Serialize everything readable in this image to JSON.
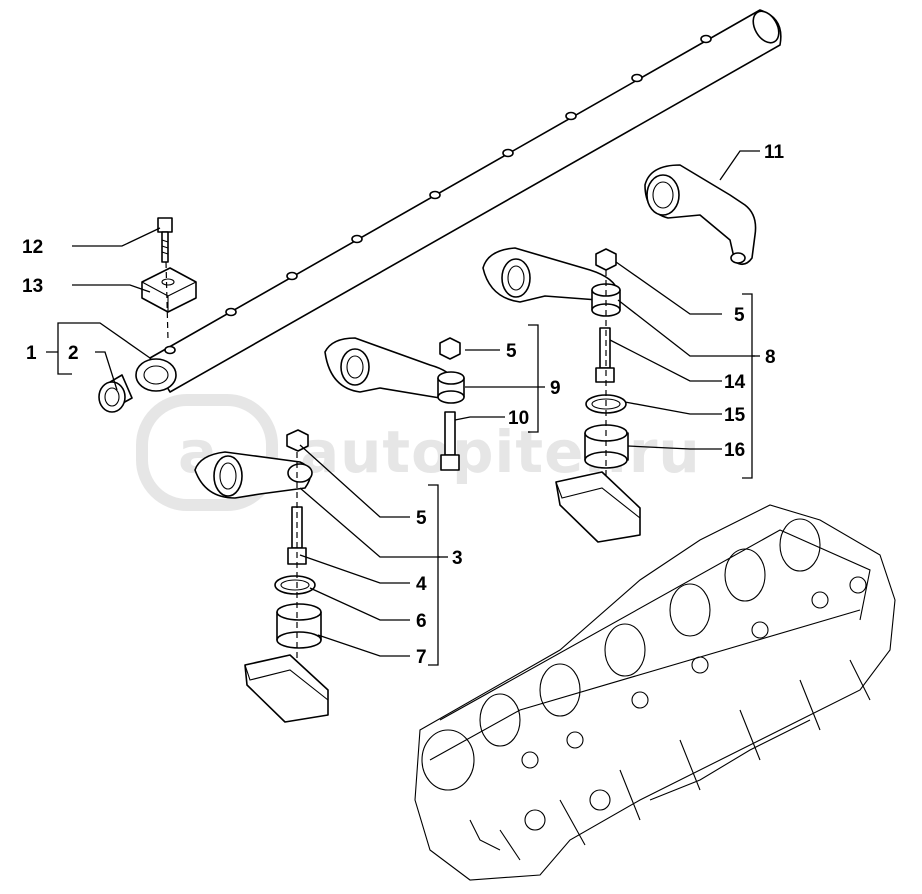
{
  "watermark": {
    "text": "autopiter.ru",
    "logo_glyph": "a"
  },
  "callouts": {
    "c1": "1",
    "c2": "2",
    "c3": "3",
    "c4": "4",
    "c5a": "5",
    "c5b": "5",
    "c5c": "5",
    "c6": "6",
    "c7": "7",
    "c8": "8",
    "c9": "9",
    "c10": "10",
    "c11": "11",
    "c12": "12",
    "c13": "13",
    "c14": "14",
    "c15": "15",
    "c16": "16"
  }
}
